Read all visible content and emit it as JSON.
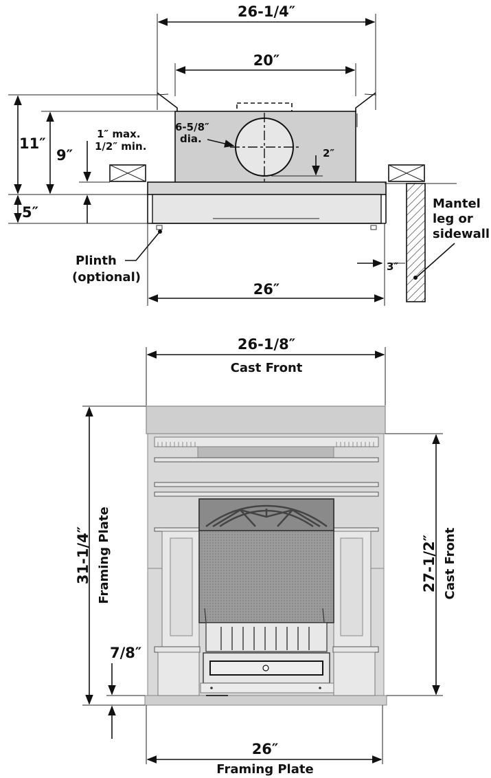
{
  "top_view": {
    "overall_width": "26-1/4″",
    "box_width": "20″",
    "flue_dia_line1": "6-5/8″",
    "flue_dia_line2": "dia.",
    "flue_offset": "2″",
    "height_11": "11″",
    "height_9": "9″",
    "clearance_max": "1″ max.",
    "clearance_min": "1/2″ min.",
    "height_5": "5″",
    "mantel_label": [
      "Mantel",
      "leg or",
      "sidewall"
    ],
    "plinth_label": [
      "Plinth",
      "(optional)"
    ],
    "sidewall_gap": "3″",
    "base_width": "26″"
  },
  "front_view": {
    "cast_front_width": "26-1/8″",
    "cast_front_width_caption": "Cast Front",
    "framing_height": "31-1/4″",
    "framing_height_caption": "Framing Plate",
    "cast_front_height": "27-1/2″",
    "cast_front_height_caption": "Cast Front",
    "bottom_offset": "7/8″",
    "framing_width": "26″",
    "framing_width_caption": "Framing Plate"
  },
  "colors": {
    "body_fill": "#cfcfcf",
    "panel_fill": "#e4e4e4",
    "hatch": "#333333",
    "line": "#111111"
  }
}
